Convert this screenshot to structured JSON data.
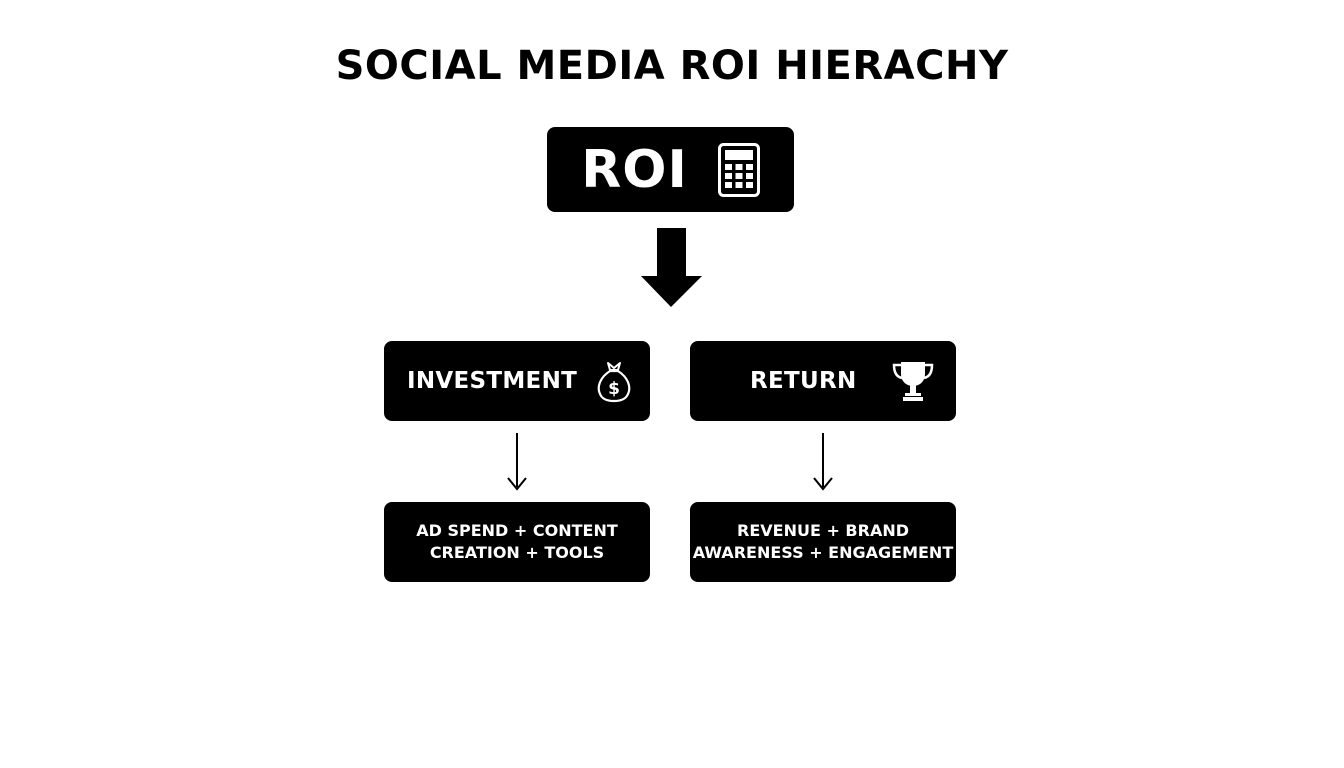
{
  "title": "SOCIAL MEDIA ROI HIERACHY",
  "root": {
    "label": "ROI",
    "icon": "calculator-icon"
  },
  "branches": [
    {
      "label": "INVESTMENT",
      "icon": "money-bag-icon",
      "detail_lines": [
        "AD SPEND + CONTENT",
        "CREATION + TOOLS"
      ]
    },
    {
      "label": "RETURN",
      "icon": "trophy-icon",
      "detail_lines": [
        "REVENUE + BRAND",
        "AWARENESS + ENGAGEMENT"
      ]
    }
  ],
  "colors": {
    "background": "#ffffff",
    "box": "#000000",
    "box_text": "#ffffff"
  }
}
